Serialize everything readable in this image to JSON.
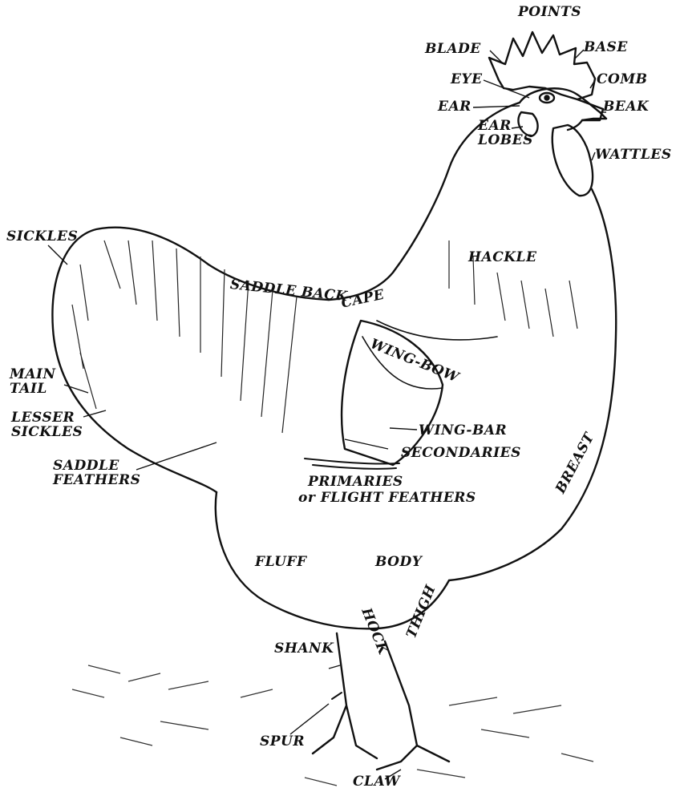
{
  "colors": {
    "ink": "#111111",
    "background": "#ffffff"
  },
  "labels": {
    "points": "POINTS",
    "blade": "BLADE",
    "base": "BASE",
    "eye": "EYE",
    "comb": "COMB",
    "ear": "EAR",
    "beak": "BEAK",
    "ear_lobes": "EAR\nLOBES",
    "wattles": "WATTLES",
    "sickles": "SICKLES",
    "hackle": "HACKLE",
    "saddle_back": "SADDLE BACK",
    "cape": "CAPE",
    "wing_bow": "WING-BOW",
    "main_tail": "MAIN\nTAIL",
    "lesser_sickles": "LESSER\nSICKLES",
    "wing_bar": "WING-BAR",
    "secondaries": "SECONDARIES",
    "saddle_feathers": "SADDLE\nFEATHERS",
    "primaries": "PRIMARIES",
    "flight_feathers": "or FLIGHT FEATHERS",
    "breast": "BREAST",
    "fluff": "FLUFF",
    "body": "BODY",
    "thigh": "THIGH",
    "hock": "HOCK",
    "shank": "SHANK",
    "spur": "SPUR",
    "claw": "CLAW"
  }
}
